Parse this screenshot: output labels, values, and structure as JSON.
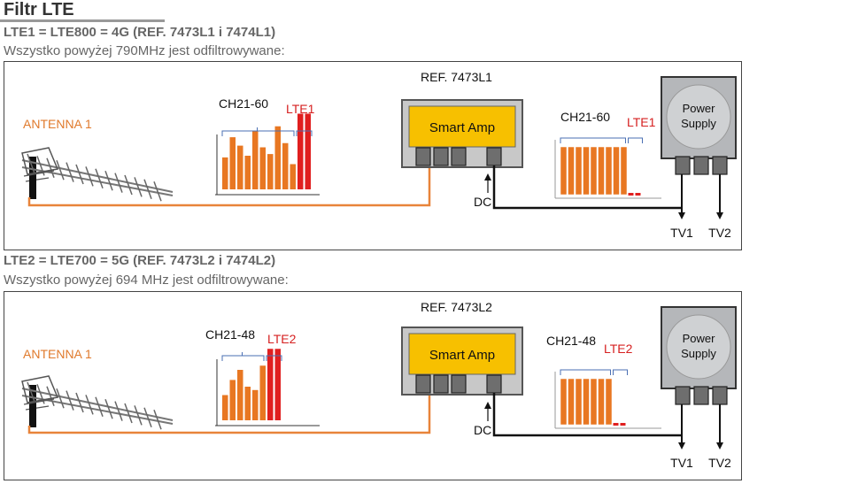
{
  "page": {
    "title": "Filtr LTE"
  },
  "sections": [
    {
      "heading": "LTE1 = LTE800 = 4G (REF. 7473L1 i 7474L1)",
      "subheading": "Wszystko powyżej 790MHz jest odfiltrowywane:",
      "antenna_label": "ANTENNA 1",
      "ref_label": "REF. 7473L1",
      "amp_label": "Smart Amp",
      "input_spectrum": {
        "channels_label": "CH21-60",
        "lte_label": "LTE1",
        "orange_bars": [
          38,
          62,
          52,
          40,
          70,
          50,
          42,
          75,
          55,
          30
        ],
        "red_bars": [
          90,
          90
        ]
      },
      "output_spectrum": {
        "channels_label": "CH21-60",
        "lte_label": "LTE1",
        "orange_bars": 9,
        "red_bars": 2
      },
      "dc_label": "DC",
      "power_supply_label_1": "Power",
      "power_supply_label_2": "Supply",
      "tv1_label": "TV1",
      "tv2_label": "TV2"
    },
    {
      "heading": "LTE2 = LTE700 = 5G (REF. 7473L2 i 7474L2)",
      "subheading": "Wszystko powyżej 694 MHz jest odfiltrowywane:",
      "antenna_label": "ANTENNA 1",
      "ref_label": "REF. 7473L2",
      "amp_label": "Smart Amp",
      "input_spectrum": {
        "channels_label": "CH21-48",
        "lte_label": "LTE2",
        "orange_bars": [
          30,
          48,
          60,
          40,
          36,
          65
        ],
        "red_bars": [
          85,
          85
        ]
      },
      "output_spectrum": {
        "channels_label": "CH21-48",
        "lte_label": "LTE2",
        "orange_bars": 7,
        "red_bars": 2
      },
      "dc_label": "DC",
      "power_supply_label_1": "Power",
      "power_supply_label_2": "Supply",
      "tv1_label": "TV1",
      "tv2_label": "TV2"
    }
  ],
  "colors": {
    "orange": "#e87722",
    "red": "#e01f1f",
    "amp_yellow": "#f7c000",
    "amp_border": "#555555",
    "lte_text": "#d62020",
    "antenna_text": "#e07a2c",
    "cable": "#e8843a",
    "bracket": "#4a6fb3",
    "power_bg": "#b5b7ba",
    "power_circle": "#cfd1d3"
  }
}
